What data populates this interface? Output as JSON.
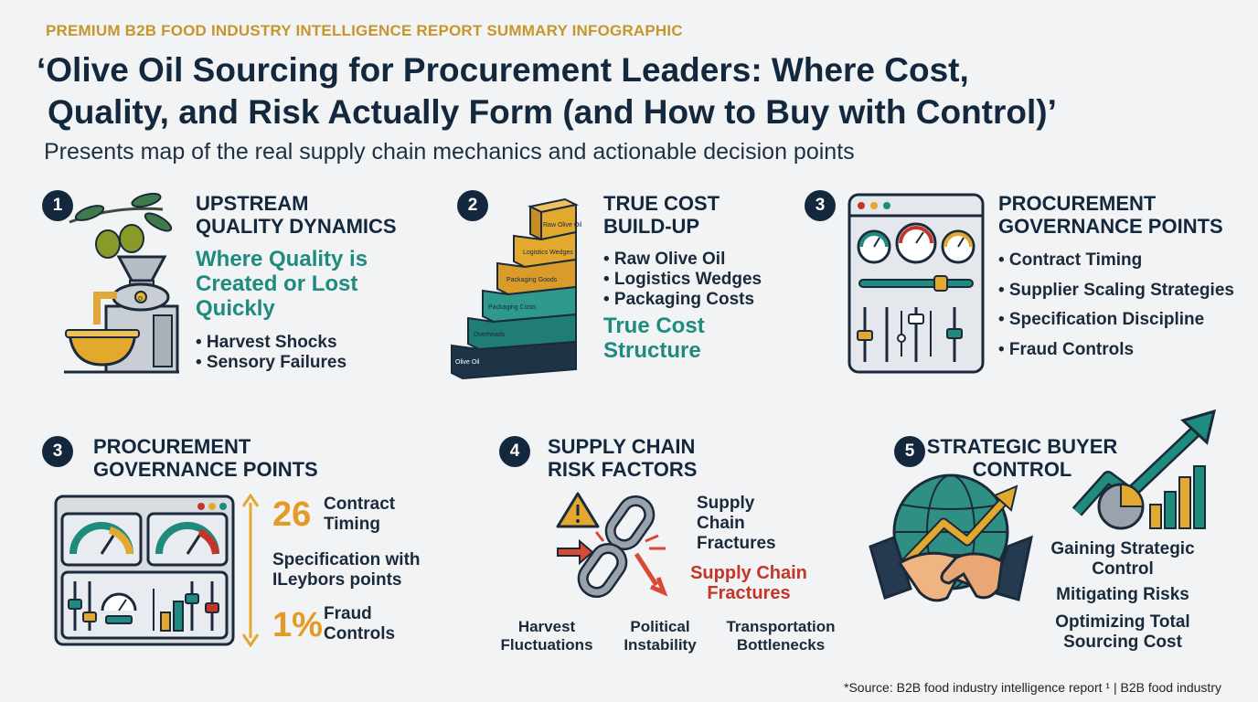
{
  "header": {
    "eyebrow": "PREMIUM B2B FOOD INDUSTRY INTELLIGENCE REPORT SUMMARY INFOGRAPHIC",
    "title_line1": "‘Olive Oil Sourcing for Procurement Leaders: Where Cost,",
    "title_line2": "Quality, and Risk Actually Form (and How to Buy with Control)’",
    "subtitle": "Presents map of the real supply chain mechanics and actionable decision points"
  },
  "section1": {
    "number": "1",
    "heading_line1": "UPSTREAM",
    "heading_line2": "QUALITY DYNAMICS",
    "highlight_line1": "Where Quality is",
    "highlight_line2": "Created or Lost",
    "highlight_line3": "Quickly",
    "bullets": [
      "• Harvest Shocks",
      "• Sensory Failures"
    ],
    "illustration_label": "o"
  },
  "section2": {
    "number": "2",
    "heading_line1": "TRUE COST",
    "heading_line2": "BUILD-UP",
    "bullets": [
      "• Raw Olive Oil",
      "• Logistics Wedges",
      "• Packaging Costs"
    ],
    "highlight_line1": "True Cost",
    "highlight_line2": "Structure",
    "stair_labels": [
      "Olive Oil",
      "Overheads",
      "Packaging Costs",
      "Packaging Goods",
      "Logistics Wedges",
      "Raw Olive Oil"
    ]
  },
  "section3": {
    "number": "3",
    "heading_line1": "PROCUREMENT",
    "heading_line2": "GOVERNANCE POINTS",
    "bullets": [
      "• Contract Timing",
      "• Supplier Scaling Strategies",
      "• Specification Discipline",
      "• Fraud Controls"
    ]
  },
  "section3b": {
    "number": "3",
    "heading_line1": "PROCUREMENT",
    "heading_line2": "GOVERNANCE POINTS",
    "stat1_value": "26",
    "stat1_label_line1": "Contract",
    "stat1_label_line2": "Timing",
    "spec_line1": "Specification with",
    "spec_line2": "ILeybors points",
    "stat2_value": "1%",
    "stat2_label_line1": "Fraud",
    "stat2_label_line2": "Controls"
  },
  "section4": {
    "number": "4",
    "heading_line1": "SUPPLY CHAIN",
    "heading_line2": "RISK FACTORS",
    "label1_line1": "Supply",
    "label1_line2": "Chain",
    "label1_line3": "Fractures",
    "label2_line1": "Supply Chain",
    "label2_line2": "Fractures",
    "factor1_line1": "Harvest",
    "factor1_line2": "Fluctuations",
    "factor2_line1": "Political",
    "factor2_line2": "Instability",
    "factor3_line1": "Transportation",
    "factor3_line2": "Bottlenecks"
  },
  "section5": {
    "number": "5",
    "heading_line1": "STRATEGIC BUYER",
    "heading_line2": "CONTROL",
    "point1_line1": "Gaining Strategic",
    "point1_line2": "Control",
    "point2": "Mitigating Risks",
    "point3_line1": "Optimizing Total",
    "point3_line2": "Sourcing Cost"
  },
  "footer": {
    "source": "*Source: B2B food industry intelligence report ¹ | B2B food industry"
  },
  "colors": {
    "navy": "#14283d",
    "teal": "#1f8a7e",
    "gold": "#e39a26",
    "red": "#c43528",
    "background": "#f1f3f5"
  }
}
